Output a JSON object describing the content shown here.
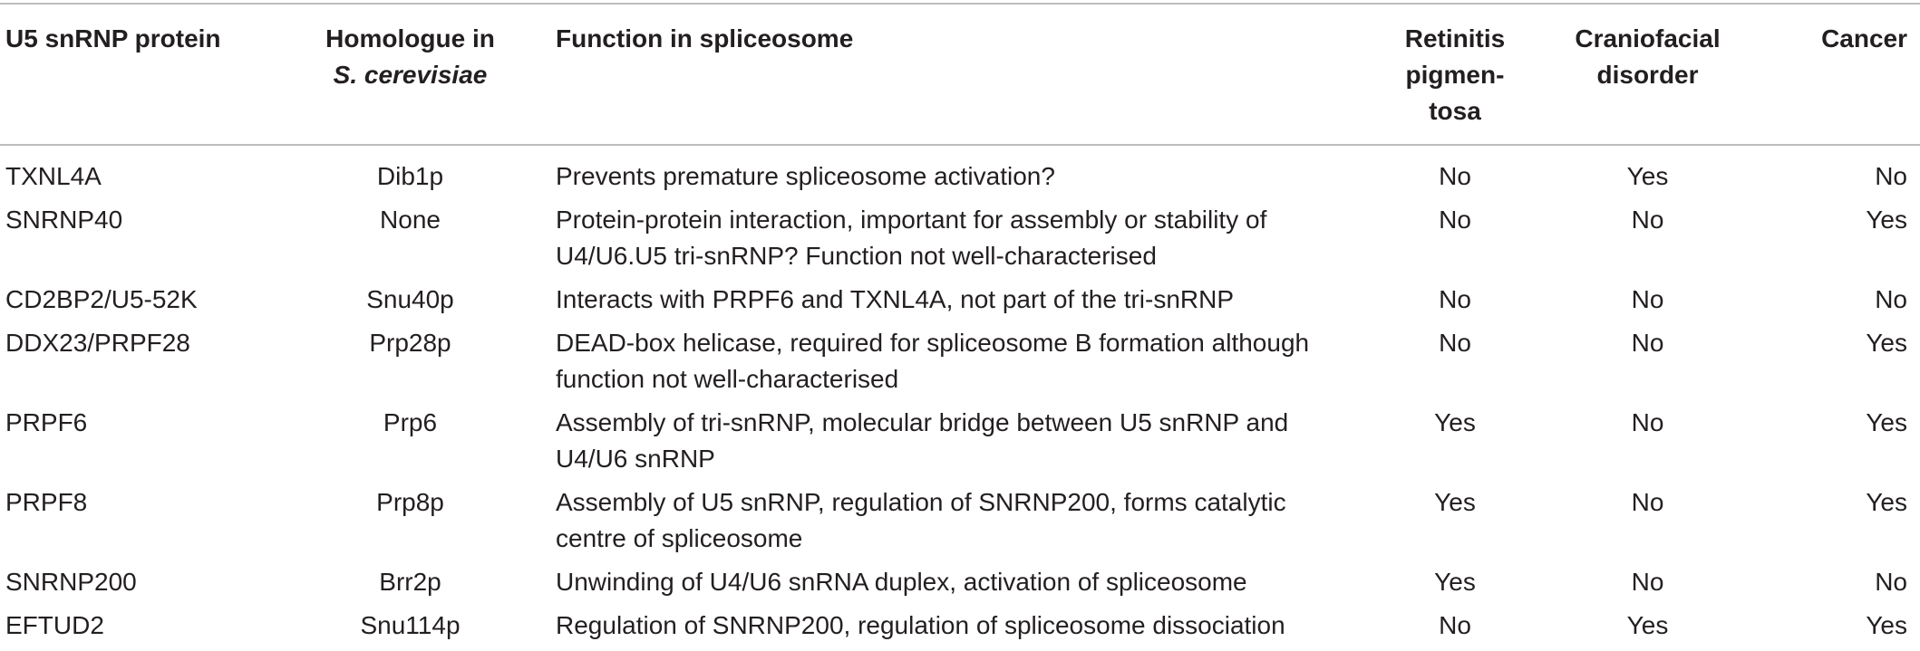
{
  "headers": {
    "protein": "U5 snRNP protein",
    "homologue_line1": "Homologue in",
    "homologue_line2": "S. cerevisiae",
    "function": "Function in spliceosome",
    "retinitis_line1": "Retinitis",
    "retinitis_line2": "pigmen-",
    "retinitis_line3": "tosa",
    "craniofacial_line1": "Craniofacial",
    "craniofacial_line2": "disorder",
    "cancer": "Cancer"
  },
  "rows": [
    {
      "protein": "TXNL4A",
      "homologue": "Dib1p",
      "function_line1": "Prevents premature spliceosome activation?",
      "function_line2": "",
      "retinitis": "No",
      "craniofacial": "Yes",
      "cancer": "No"
    },
    {
      "protein": "SNRNP40",
      "homologue": "None",
      "function_line1": "Protein-protein interaction, important for assembly or stability of",
      "function_line2": "U4/U6.U5 tri-snRNP? Function not well-characterised",
      "retinitis": "No",
      "craniofacial": "No",
      "cancer": "Yes"
    },
    {
      "protein": "CD2BP2/U5-52K",
      "homologue": "Snu40p",
      "function_line1": "Interacts with PRPF6 and TXNL4A, not part of the tri-snRNP",
      "function_line2": "",
      "retinitis": "No",
      "craniofacial": "No",
      "cancer": "No"
    },
    {
      "protein": "DDX23/PRPF28",
      "homologue": "Prp28p",
      "function_line1": "DEAD-box helicase, required for spliceosome B formation although",
      "function_line2": "function not well-characterised",
      "retinitis": "No",
      "craniofacial": "No",
      "cancer": "Yes"
    },
    {
      "protein": "PRPF6",
      "homologue": "Prp6",
      "function_line1": "Assembly of tri-snRNP, molecular bridge between U5 snRNP and",
      "function_line2": "U4/U6 snRNP",
      "retinitis": "Yes",
      "craniofacial": "No",
      "cancer": "Yes"
    },
    {
      "protein": "PRPF8",
      "homologue": "Prp8p",
      "function_line1": "Assembly of U5 snRNP, regulation of SNRNP200, forms catalytic",
      "function_line2": "centre of spliceosome",
      "retinitis": "Yes",
      "craniofacial": "No",
      "cancer": "Yes"
    },
    {
      "protein": "SNRNP200",
      "homologue": "Brr2p",
      "function_line1": "Unwinding of U4/U6 snRNA duplex, activation of spliceosome",
      "function_line2": "",
      "retinitis": "Yes",
      "craniofacial": "No",
      "cancer": "No"
    },
    {
      "protein": "EFTUD2",
      "homologue": "Snu114p",
      "function_line1": "Regulation of SNRNP200, regulation of spliceosome dissociation",
      "function_line2": "",
      "retinitis": "No",
      "craniofacial": "Yes",
      "cancer": "Yes"
    }
  ]
}
